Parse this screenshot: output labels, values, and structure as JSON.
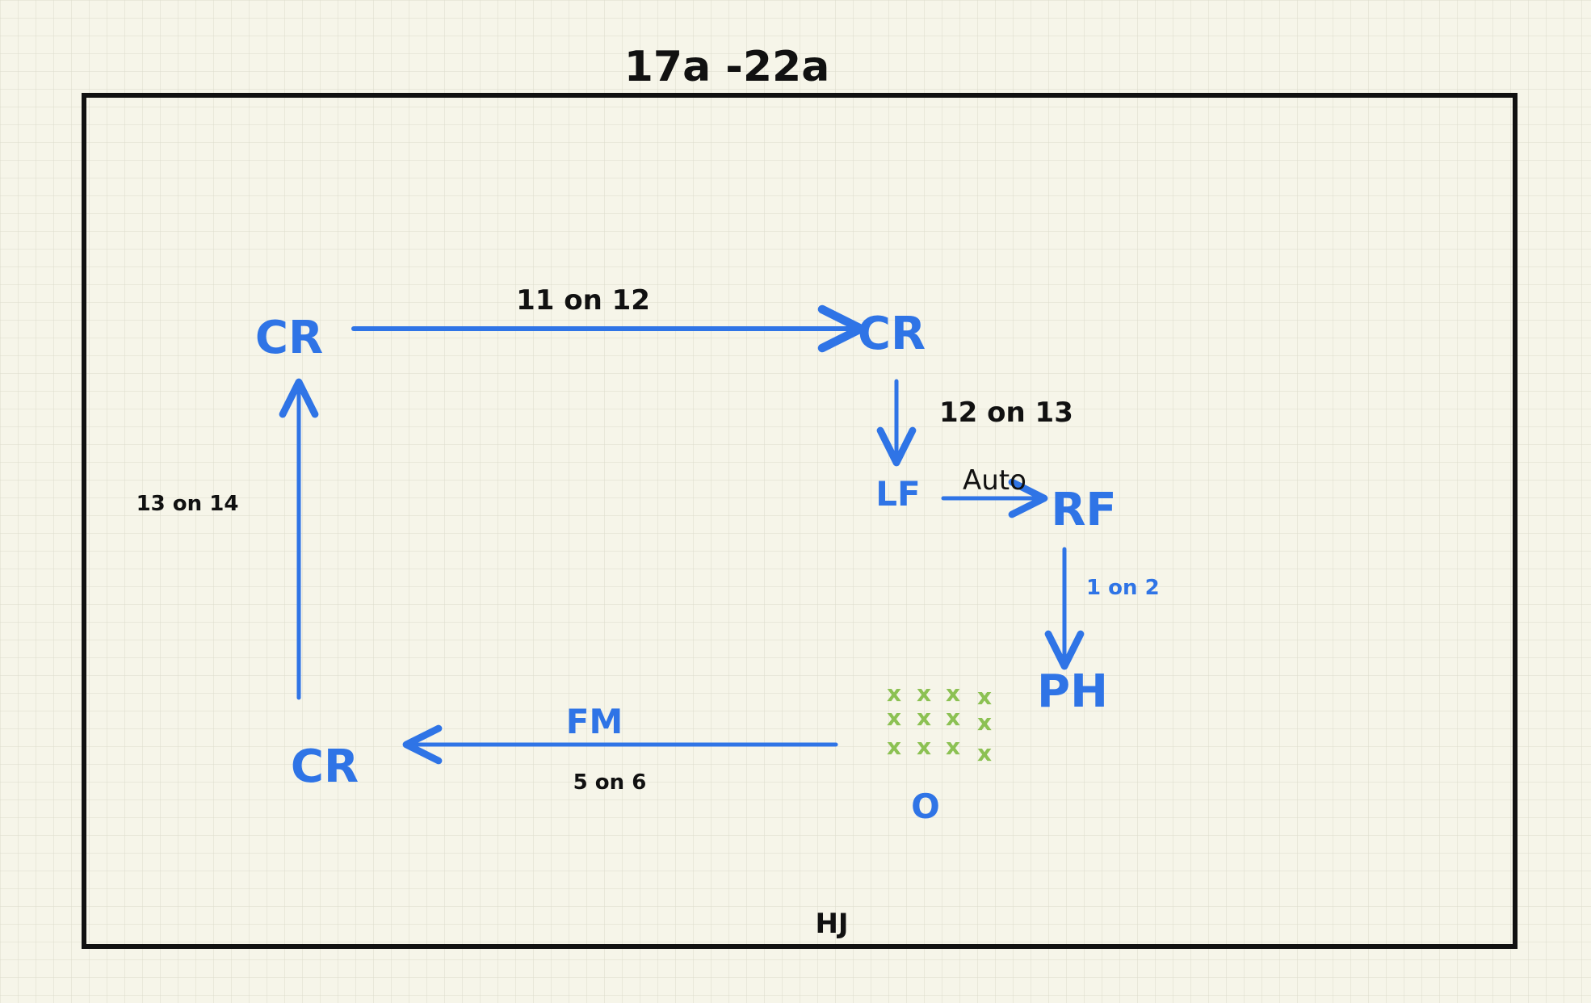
{
  "title": "17a -22a",
  "footer_label": "HJ",
  "colors": {
    "background": "#f6f5e9",
    "grid": "#dcdccc",
    "frame": "#111111",
    "blue": "#2f74e6",
    "black": "#111111",
    "green": "#8cc153"
  },
  "nodes": {
    "cr_top_left": "CR",
    "cr_top_right": "CR",
    "lf": "LF",
    "rf": "RF",
    "ph": "PH",
    "o": "O",
    "cr_bottom_left": "CR"
  },
  "edges": {
    "top": "11 on 12",
    "right_down": "12 on 13",
    "lf_to_rf": "Auto",
    "rf_to_ph": "1 on 2",
    "bottom_top": "FM",
    "bottom_bottom": "5 on 6",
    "left": "13 on 14"
  },
  "cluster_marks": "x"
}
